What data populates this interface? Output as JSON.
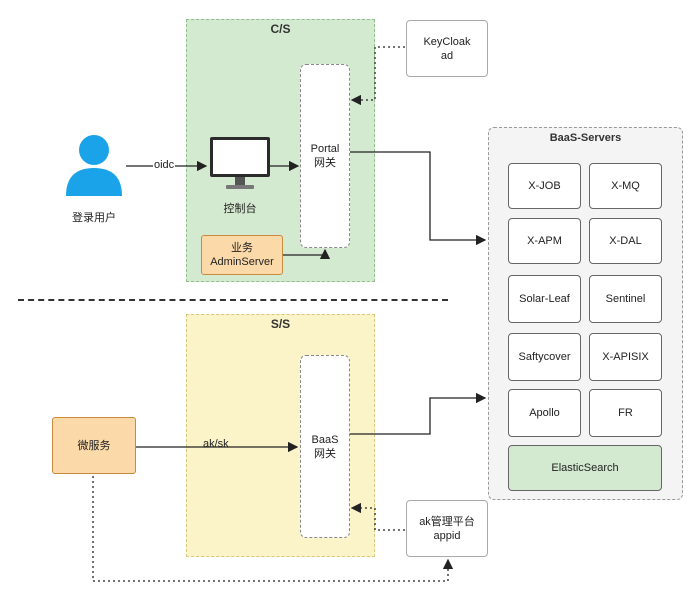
{
  "zones": {
    "cs": {
      "title": "C/S"
    },
    "ss": {
      "title": "S/S"
    }
  },
  "user": {
    "label": "登录用户",
    "icon": "user-icon"
  },
  "console": {
    "label": "控制台",
    "icon": "monitor-icon"
  },
  "admin_server": {
    "line1": "业务",
    "line2": "AdminServer"
  },
  "portal_gateway": {
    "line1": "Portal",
    "line2": "网关"
  },
  "baas_gateway": {
    "line1": "BaaS",
    "line2": "网关"
  },
  "keycloak": {
    "line1": "KeyCloak",
    "line2": "ad"
  },
  "ak_platform": {
    "line1": "ak管理平台",
    "line2": "appid"
  },
  "microservice": {
    "label": "微服务"
  },
  "edges": {
    "oidc": "oidc",
    "aksk": "ak/sk"
  },
  "baas_servers": {
    "title": "BaaS-Servers",
    "services": [
      "X-JOB",
      "X-MQ",
      "X-APM",
      "X-DAL",
      "Solar-Leaf",
      "Sentinel",
      "Saftycover",
      "X-APISIX",
      "Apollo",
      "FR"
    ],
    "wide_service": "ElasticSearch"
  },
  "colors": {
    "cs_zone": "#d4ead0",
    "ss_zone": "#fbf4c8",
    "orange": "#fbd9a8",
    "user_blue": "#1aa3e8"
  }
}
